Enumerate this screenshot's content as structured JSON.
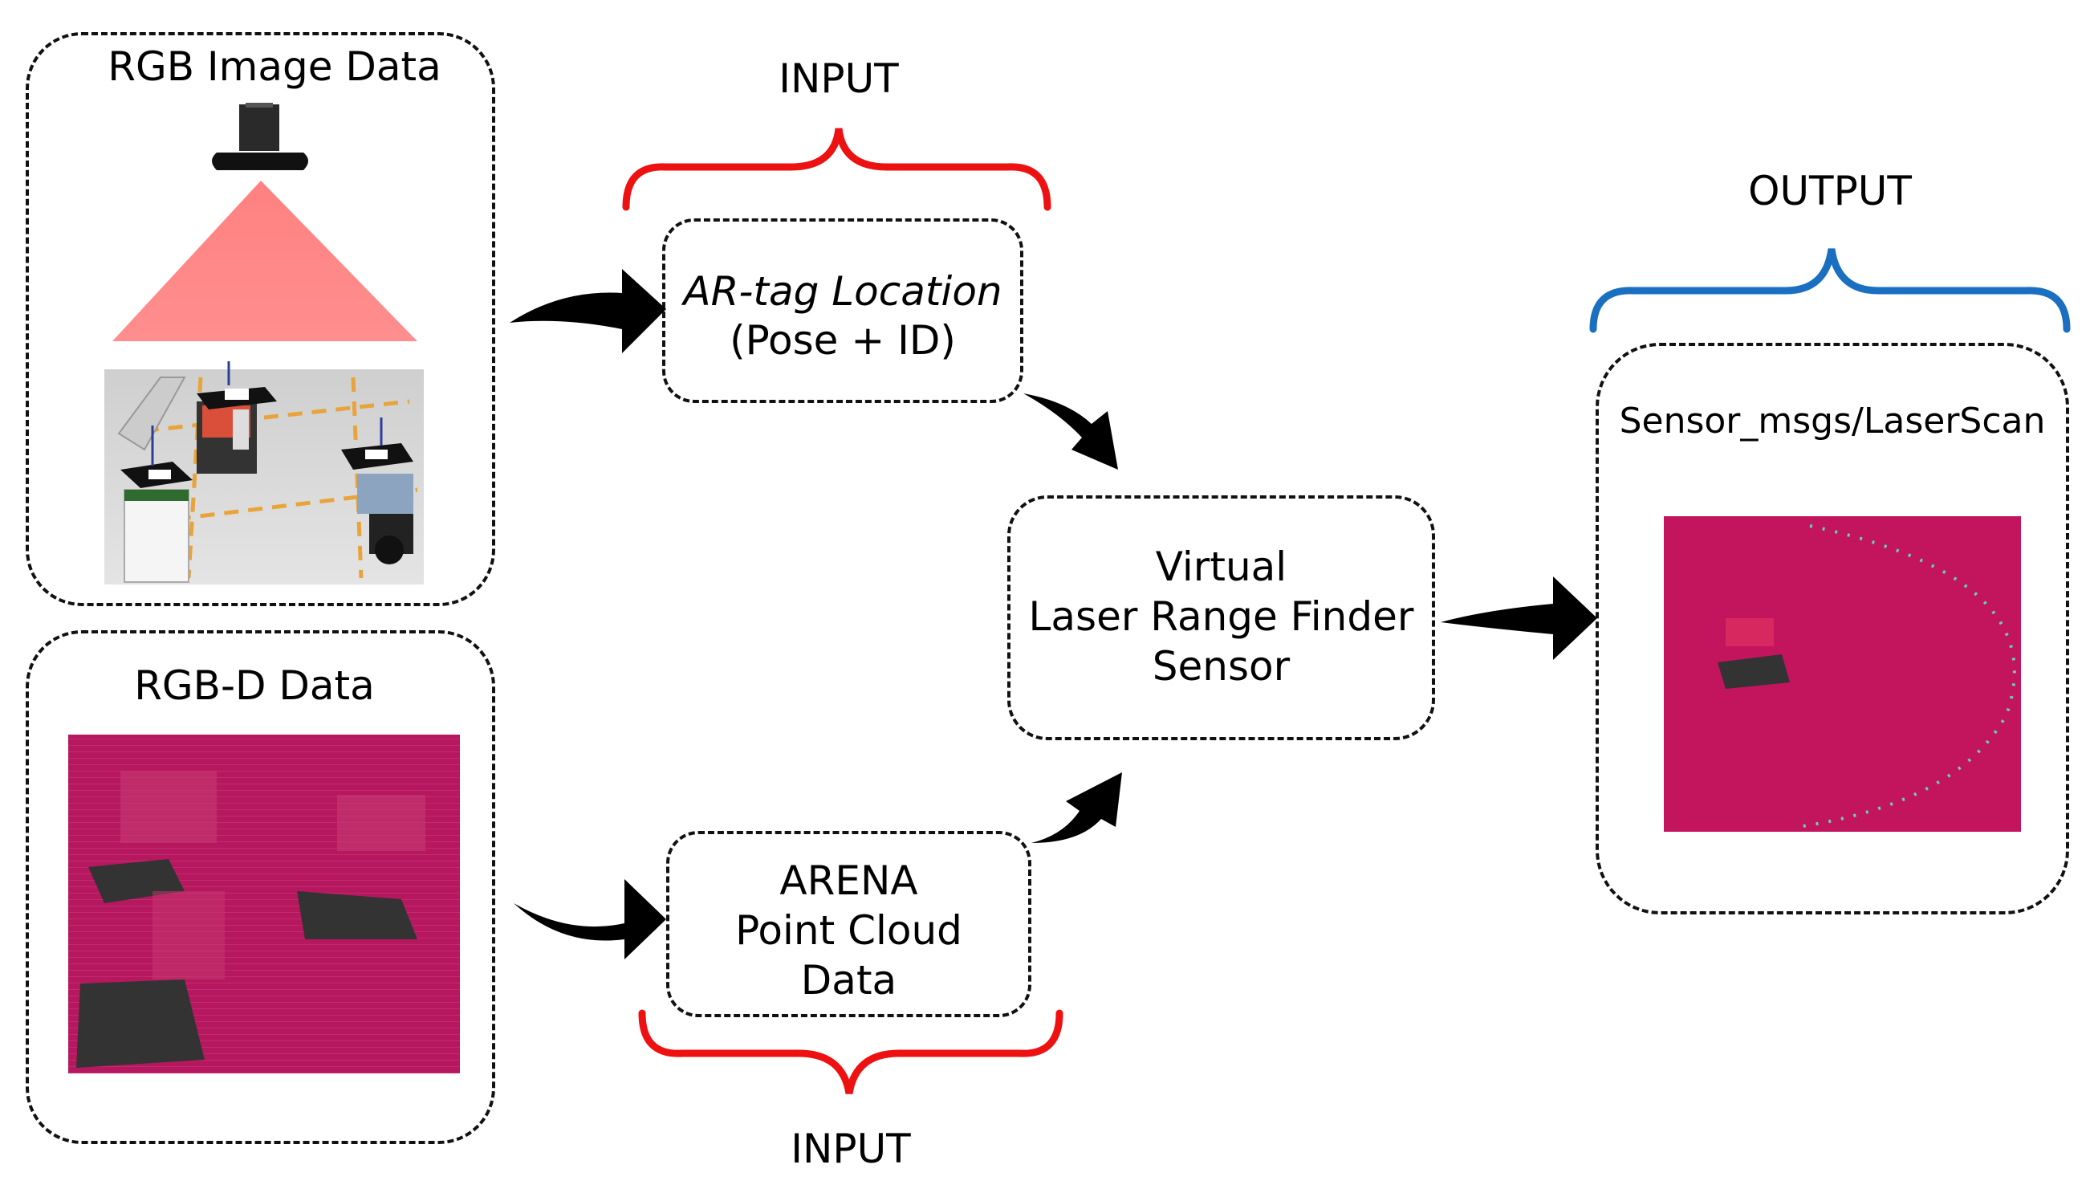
{
  "rgb_box": {
    "title": "RGB Image Data"
  },
  "rgbd_box": {
    "title": "RGB-D Data"
  },
  "input_top": {
    "label": "INPUT",
    "brace_color": "#ee1111"
  },
  "input_bottom": {
    "label": "INPUT",
    "brace_color": "#ee1111"
  },
  "output": {
    "label": "OUTPUT",
    "brace_color": "#1a6fc0"
  },
  "ar_tag": {
    "line1": "AR-tag Location",
    "line2": "(Pose + ID)"
  },
  "arena": {
    "line1": "ARENA",
    "line2": "Point Cloud",
    "line3": "Data"
  },
  "virtual": {
    "line1": "Virtual",
    "line2": "Laser Range Finder",
    "line3": "Sensor"
  },
  "laser_box": {
    "title": "Sensor_msgs/LaserScan"
  },
  "colors": {
    "cloud": "#b5185f",
    "scan_bg": "#c3145e",
    "scan_dots": "#66d0c0",
    "fov": "#ff7a7a",
    "arrow": "#000000"
  }
}
